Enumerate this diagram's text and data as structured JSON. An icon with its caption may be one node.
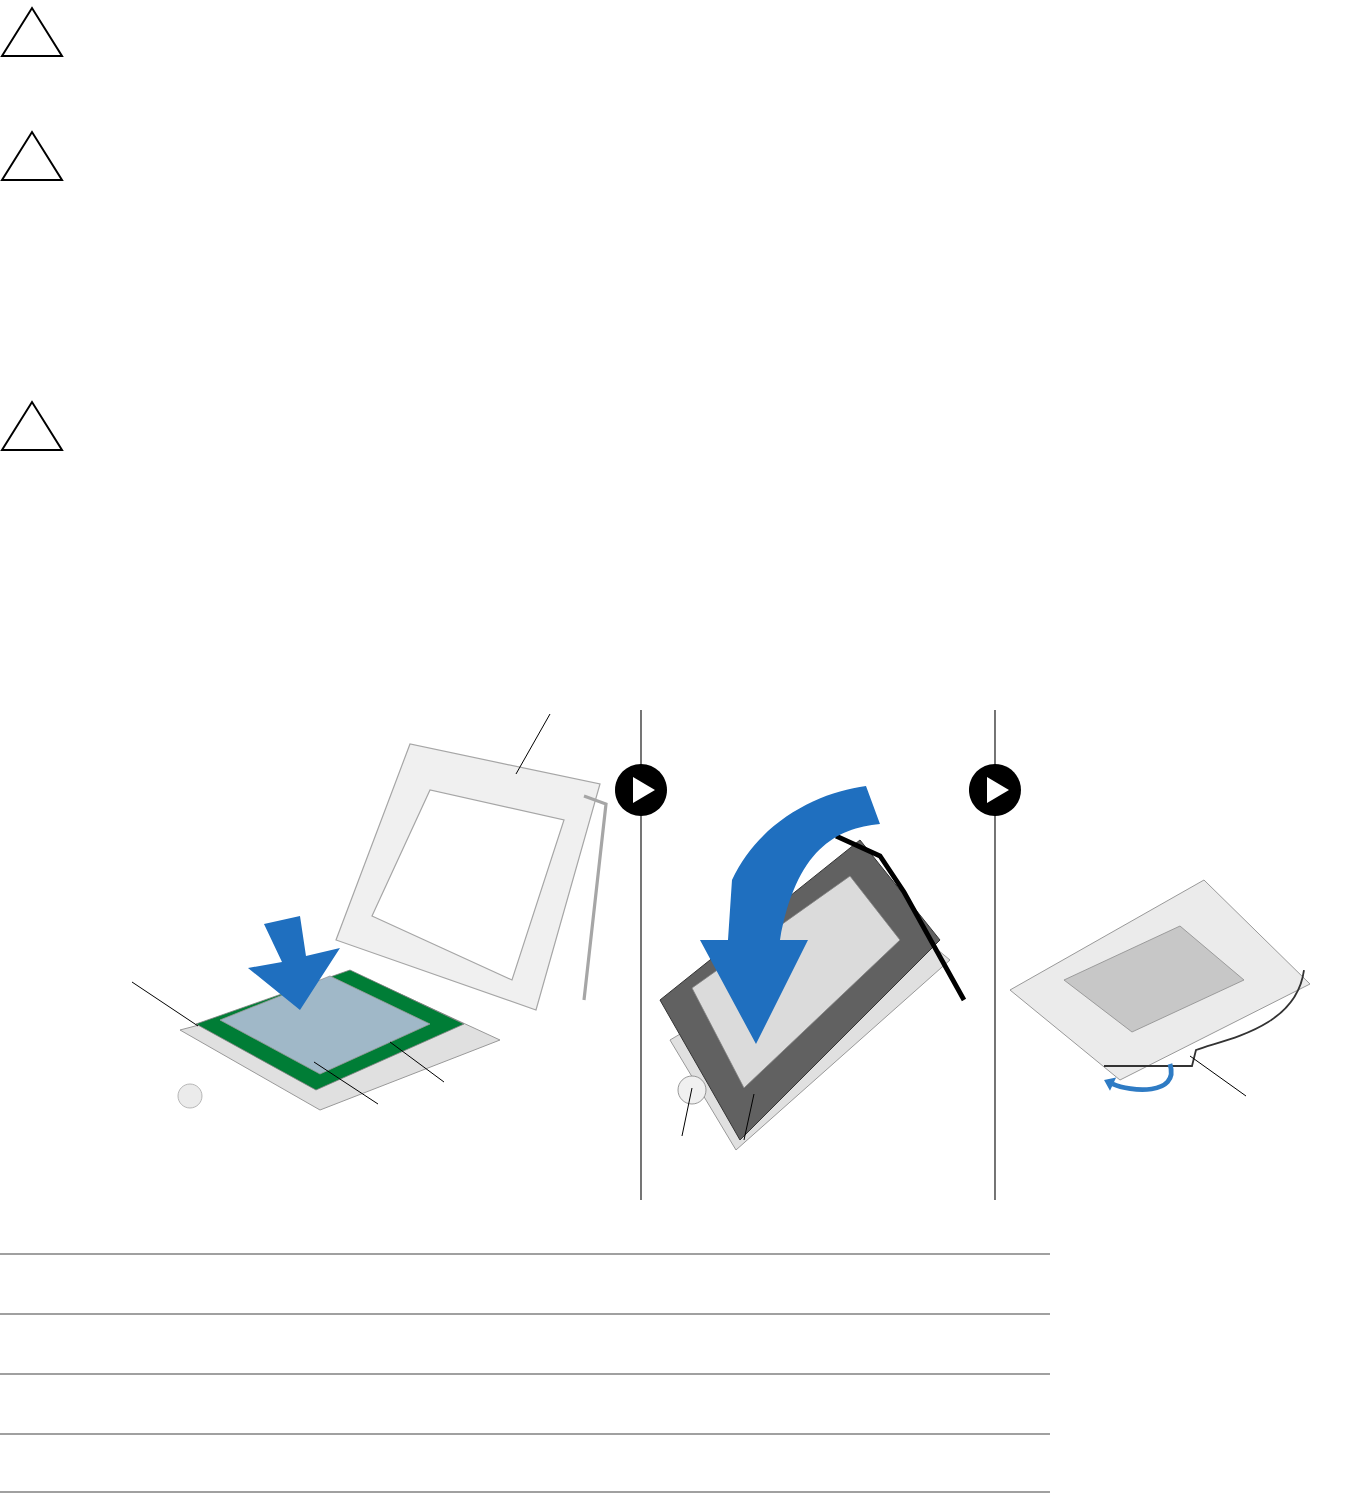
{
  "diagram": {
    "nodes": [
      {
        "text": [],
        "shape": "picture"
      },
      {
        "text": [],
        "shape": "picture"
      },
      {
        "text": [],
        "shape": "picture"
      }
    ],
    "edges": [
      {
        "from": null,
        "to": 0,
        "arrow": "none"
      },
      {
        "from": null,
        "to": 0,
        "arrow": "none"
      },
      {
        "from": null,
        "to": 0,
        "arrow": "none"
      },
      {
        "from": null,
        "to": 0,
        "arrow": "none"
      },
      {
        "from": null,
        "to": 1,
        "arrow": "none"
      },
      {
        "from": null,
        "to": 1,
        "arrow": "none"
      },
      {
        "from": null,
        "to": 2,
        "arrow": "none"
      }
    ]
  }
}
